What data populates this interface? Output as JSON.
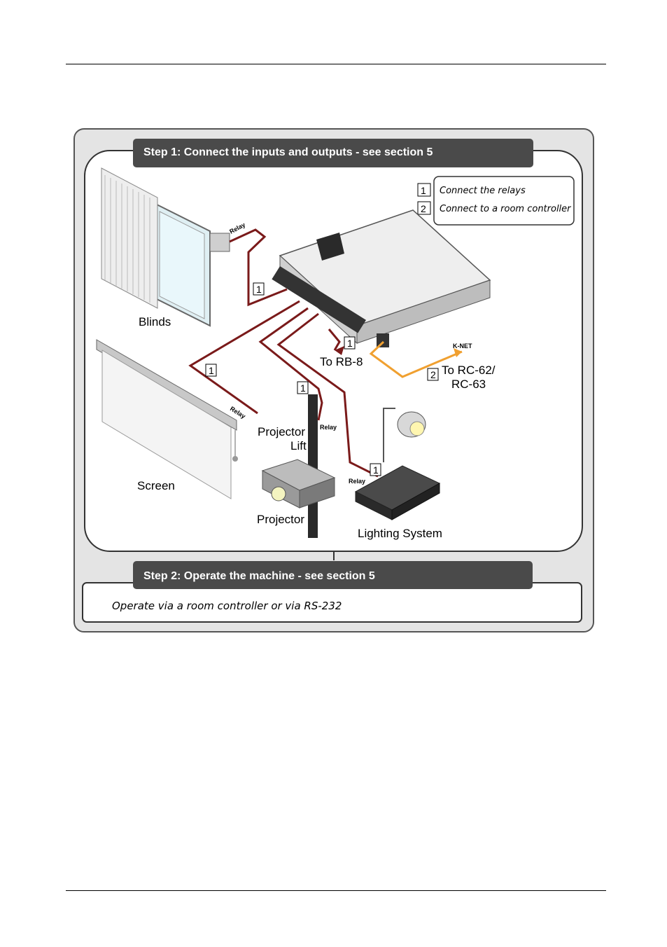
{
  "step1": {
    "title": "Step 1: Connect the inputs and outputs - see section 5"
  },
  "step2": {
    "title": "Step 2: Operate the machine - see section 5",
    "text": "Operate via a room controller or via RS-232"
  },
  "legend": [
    {
      "num": "1",
      "text": "Connect the relays"
    },
    {
      "num": "2",
      "text": "Connect to a room controller"
    }
  ],
  "labels": {
    "blinds": "Blinds",
    "screen": "Screen",
    "projector_lift_1": "Projector",
    "projector_lift_2": "Lift",
    "projector": "Projector",
    "lighting": "Lighting System",
    "to_rb8": "To RB-8",
    "to_rc_1": "To RC-62/",
    "to_rc_2": "RC-63",
    "knet": "K-NET",
    "relay": "Relay"
  },
  "markers": {
    "one": "1",
    "two": "2"
  },
  "colors": {
    "relay_cable": "#7a1a1a",
    "knet_cable": "#f0a030",
    "step_banner": "#4a4a4a",
    "panel": "#e4e4e4"
  }
}
